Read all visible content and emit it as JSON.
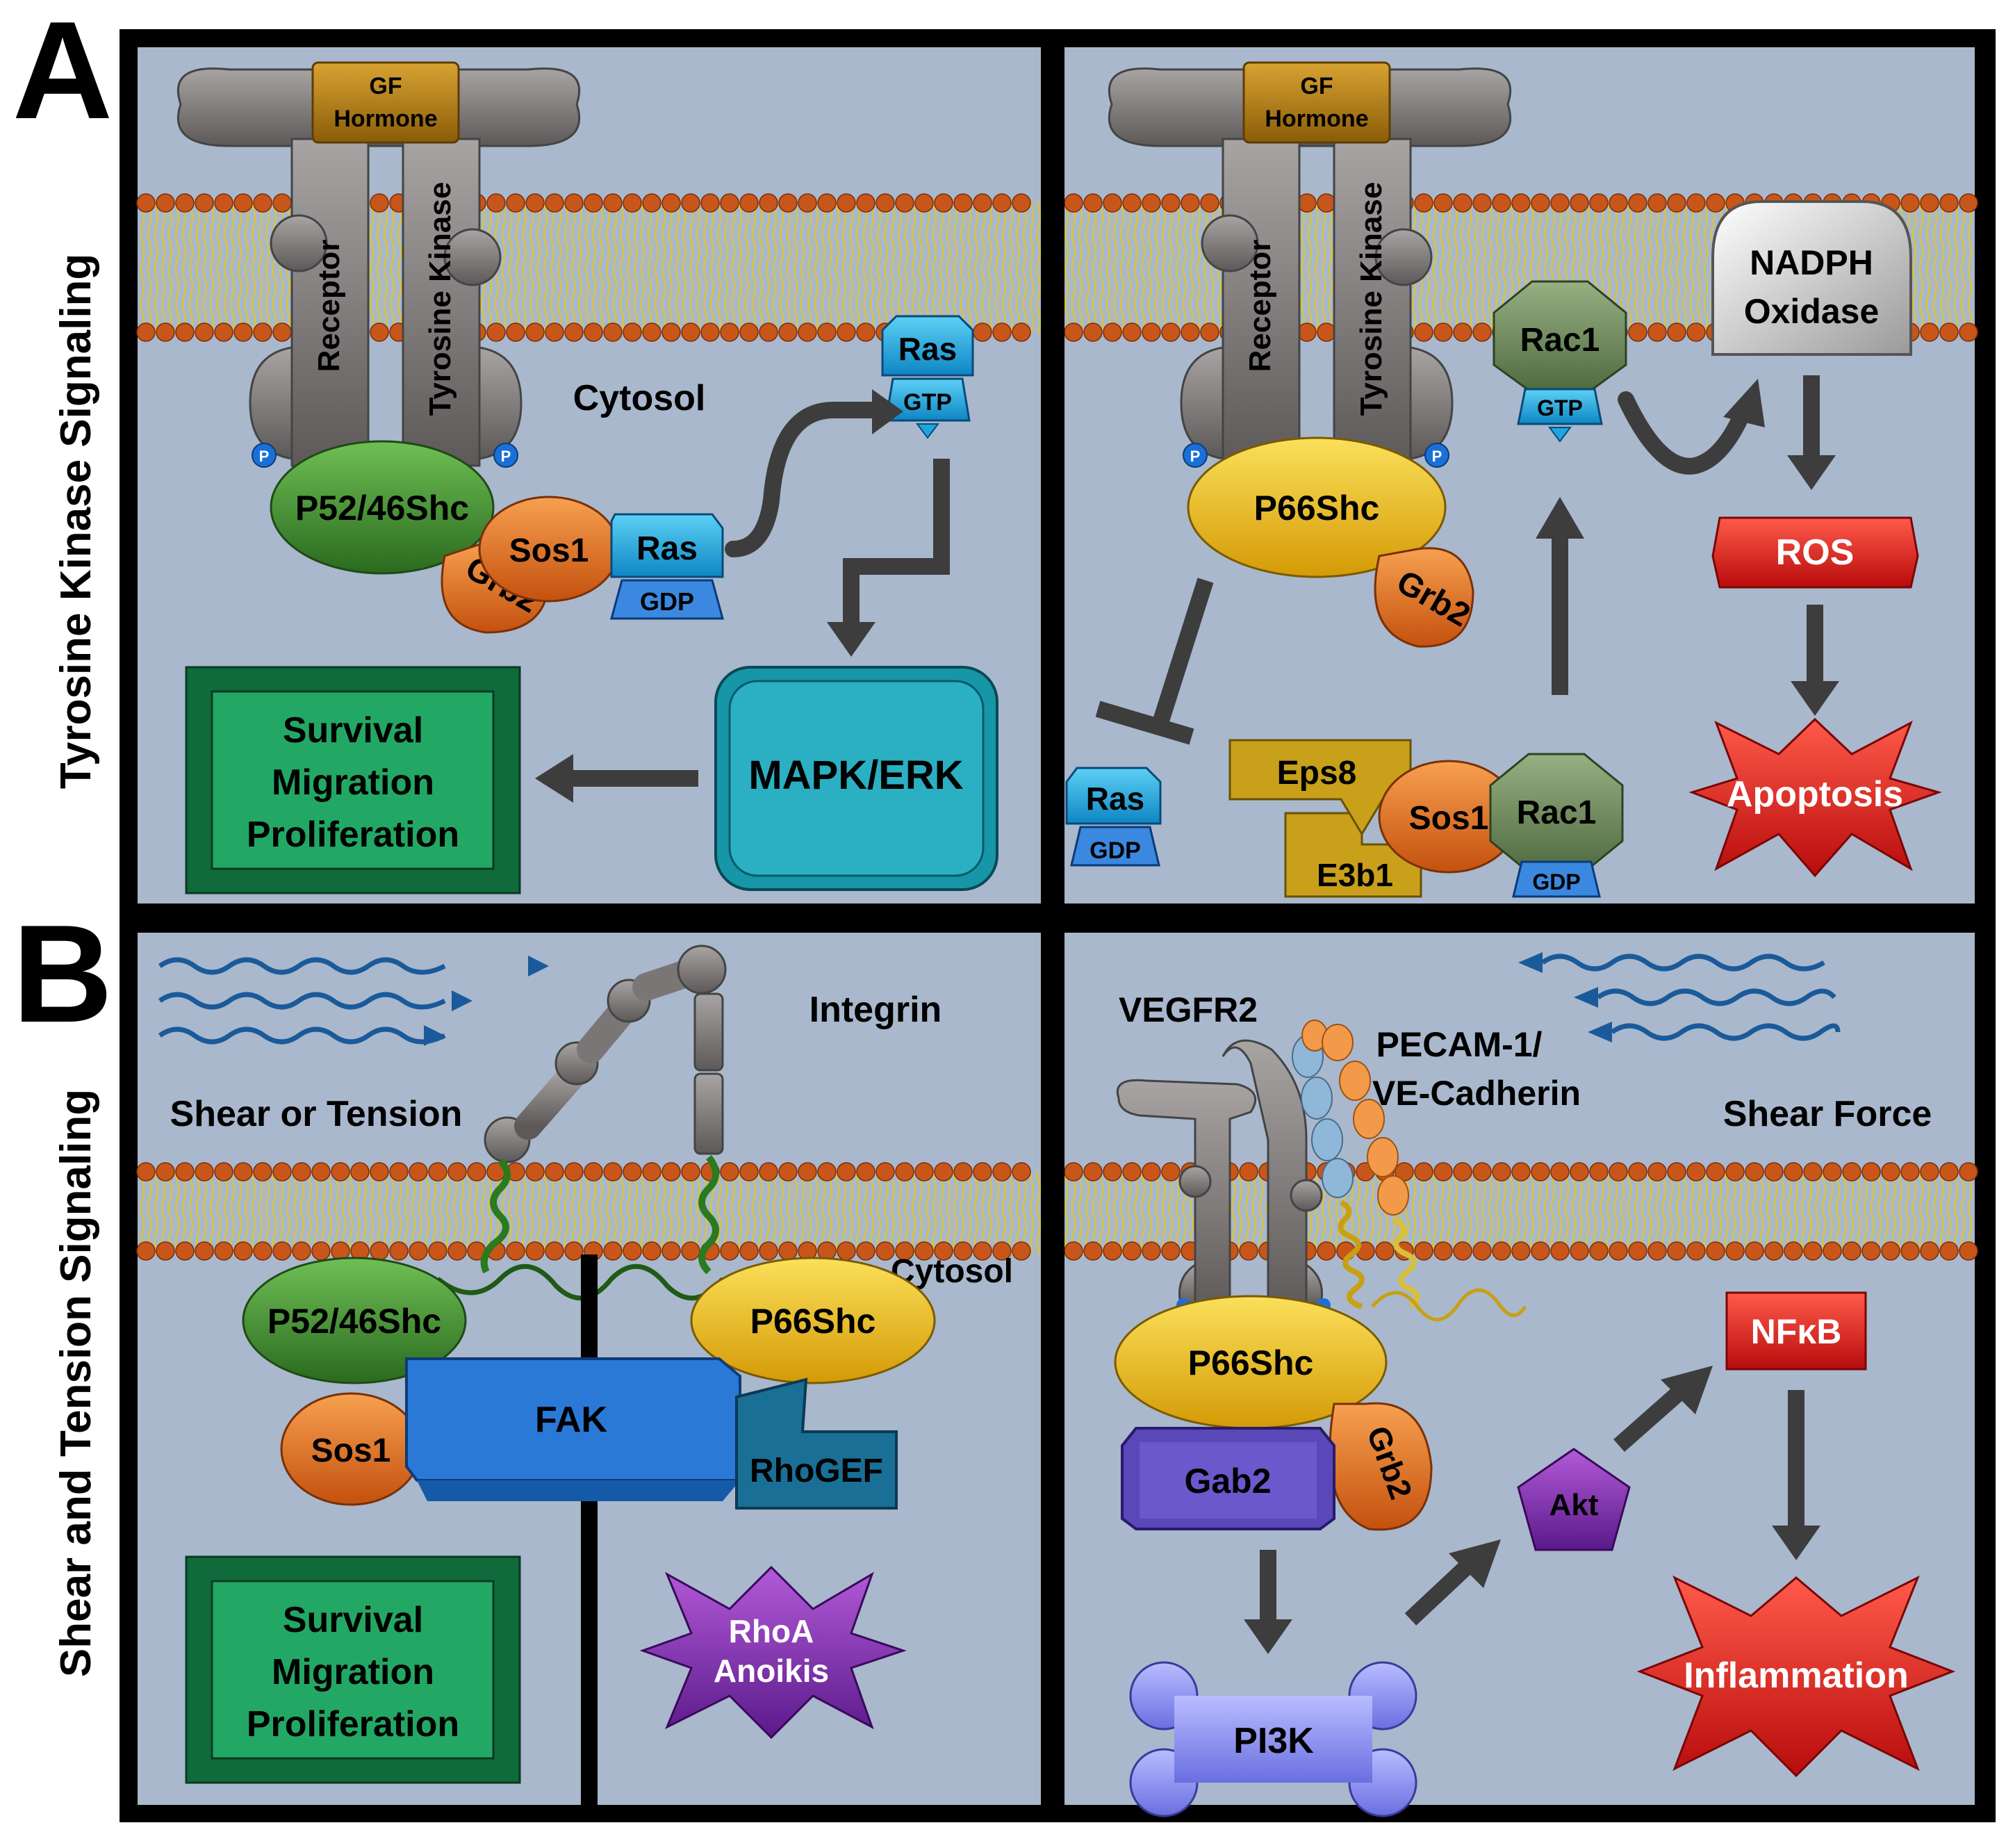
{
  "panel_letters": {
    "a": "A",
    "b": "B"
  },
  "side_titles": {
    "a": "Tyrosine Kinase Signaling",
    "b": "Shear and Tension Signaling"
  },
  "colors": {
    "frame": "#000000",
    "panel_bg": "#a9b8cc",
    "lipid_head": "#c8561a",
    "lipid_tail": "#d8c53a",
    "receptor": "#7a7676",
    "green": "#3f8d32",
    "orange": "#e4711f",
    "ras_blue": "#1ea6e0",
    "yellow": "#efbd12",
    "survival_green": "#1a9a5a",
    "mapk_teal": "#1796a8",
    "rac1": "#6f8a5e",
    "ros_red": "#e01f1f",
    "fak_blue": "#2a79d6",
    "rhogef": "#1a6f96",
    "gab2": "#5a47b8",
    "pi3k": "#8a8ff0",
    "akt": "#9a1eb4",
    "rhoa": "#7a2aa8",
    "eps8": "#c8a01a",
    "arrow": "#3d3d3d"
  },
  "quad_tl": {
    "gf_hormone": [
      "GF",
      "Hormone"
    ],
    "receptor": "Receptor",
    "tyrosine_kinase": "Tyrosine Kinase",
    "phospho": "P",
    "cytosol": "Cytosol",
    "shc": "P52/46Shc",
    "sos1": "Sos1",
    "grb2": "Grb2",
    "ras": "Ras",
    "gdp": "GDP",
    "ras_active": "Ras",
    "gtp": "GTP",
    "mapk": "MAPK/ERK",
    "survival": [
      "Survival",
      "Migration",
      "Proliferation"
    ]
  },
  "quad_tr": {
    "gf_hormone": [
      "GF",
      "Hormone"
    ],
    "receptor": "Receptor",
    "tyrosine_kinase": "Tyrosine Kinase",
    "phospho": "P",
    "p66shc": "P66Shc",
    "grb2": "Grb2",
    "rac1_active": "Rac1",
    "gtp": "GTP",
    "nadph": [
      "NADPH",
      "Oxidase"
    ],
    "ros": "ROS",
    "apoptosis": "Apoptosis",
    "ras": "Ras",
    "ras_gdp": "GDP",
    "eps8": "Eps8",
    "e3b1": "E3b1",
    "sos1": "Sos1",
    "rac1": "Rac1",
    "rac1_gdp": "GDP"
  },
  "quad_bl": {
    "shear_or_tension": "Shear or Tension",
    "integrin": "Integrin",
    "cytosol": "Cytosol",
    "shc": "P52/46Shc",
    "p66shc": "P66Shc",
    "sos1": "Sos1",
    "fak": "FAK",
    "rhogef": "RhoGEF",
    "survival": [
      "Survival",
      "Migration",
      "Proliferation"
    ],
    "rhoa": [
      "RhoA",
      "Anoikis"
    ]
  },
  "quad_br": {
    "vegfr2": "VEGFR2",
    "pecam": [
      "PECAM-1/",
      "VE-Cadherin"
    ],
    "shear_force": "Shear Force",
    "p66shc": "P66Shc",
    "grb2": "Grb2",
    "gab2": "Gab2",
    "pi3k": "PI3K",
    "akt": "Akt",
    "nfkb": "NFκB",
    "inflammation": "Inflammation"
  }
}
